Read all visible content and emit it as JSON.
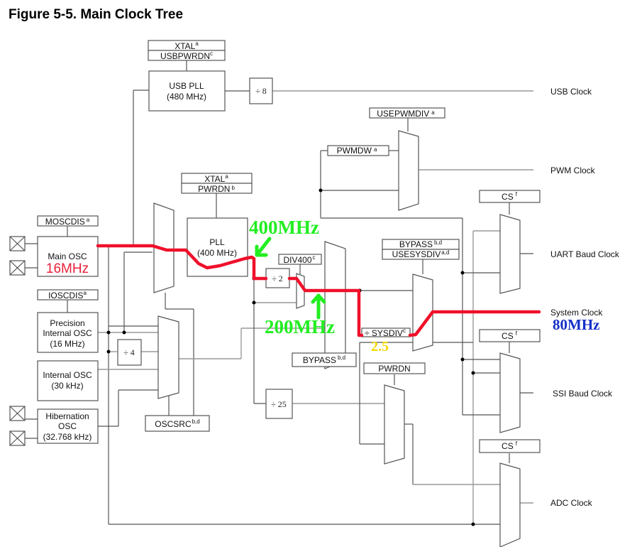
{
  "figure": {
    "title": "Figure 5-5. Main Clock Tree"
  },
  "blocks": {
    "usb_pll": {
      "line1": "USB PLL",
      "line2": "(480 MHz)"
    },
    "pll": {
      "line1": "PLL",
      "line2": "(400 MHz)"
    },
    "main_osc": {
      "line1": "Main OSC"
    },
    "piosc": {
      "line1": "Precision",
      "line2": "Internal OSC",
      "line3": "(16 MHz)"
    },
    "internal_osc": {
      "line1": "Internal OSC",
      "line2": "(30 kHz)"
    },
    "hib_osc": {
      "line1": "Hibernation",
      "line2": "OSC",
      "line3": "(32.768 kHz)"
    }
  },
  "dividers": {
    "div8": "÷ 8",
    "div4": "÷ 4",
    "div2": "÷ 2",
    "div25": "÷ 25",
    "sysdiv": {
      "label": "÷ SYSDIV",
      "sup": "c"
    }
  },
  "control_labels": {
    "usb_xtal": {
      "label": "XTAL",
      "sup": "a"
    },
    "usbpwrdn": {
      "label": "USBPWRDN",
      "sup": "c"
    },
    "pll_xtal": {
      "label": "XTAL",
      "sup": "a"
    },
    "pll_pwrdn": {
      "label": "PWRDN",
      "sup": "b"
    },
    "moscdis": {
      "label": "MOSCDIS",
      "sup": "a"
    },
    "ioscdis": {
      "label": "IOSCDIS",
      "sup": "a"
    },
    "oscsrc": {
      "label": "OSCSRC",
      "sup": "b,d"
    },
    "div400": {
      "label": "DIV400",
      "sup": "c"
    },
    "bypass_pll": {
      "label": "BYPASS",
      "sup": "b,d"
    },
    "bypass_sys": {
      "label": "BYPASS",
      "sup": "b,d"
    },
    "usesysdiv": {
      "label": "USESYSDIV",
      "sup": "a,d"
    },
    "usepwmdiv": {
      "label": "USEPWMDIV",
      "sup": "a"
    },
    "pwmdw": {
      "label": "PWMDW",
      "sup": "a"
    },
    "pwrdn_adc": {
      "label": "PWRDN",
      "sup": ""
    },
    "cs_uart": {
      "label": "CS",
      "sup": "f"
    },
    "cs_ssi": {
      "label": "CS",
      "sup": "f"
    },
    "cs_adc": {
      "label": "CS",
      "sup": "f"
    }
  },
  "outputs": {
    "usb": "USB Clock",
    "pwm": "PWM Clock",
    "uart": "UART Baud Clock",
    "system": "System Clock",
    "ssi": "SSI Baud Clock",
    "adc": "ADC Clock"
  },
  "annotations": {
    "main_osc_freq": "16MHz",
    "pll_out": "400MHz",
    "div2_out": "200MHz",
    "sysdiv_value": "2.5",
    "system_clock_freq": "80MHz"
  },
  "colors": {
    "highlight_path": "#f0102a",
    "pll_annotation": "#22ee22",
    "sysdiv_annotation": "#f5d800",
    "system_clock_annotation": "#1430c8"
  }
}
